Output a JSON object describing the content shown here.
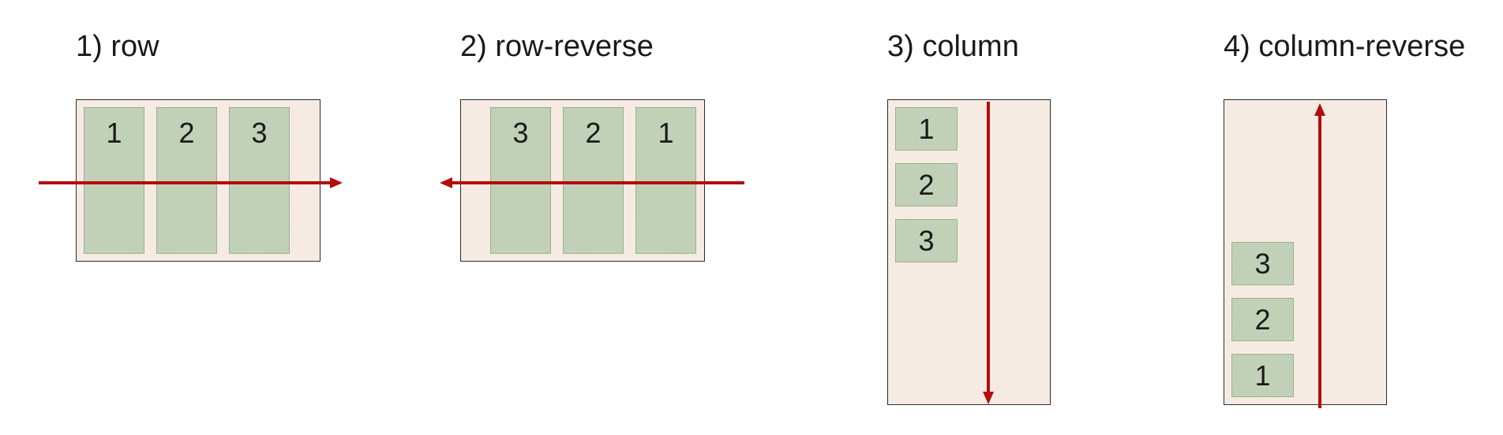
{
  "panels": [
    {
      "title": "1) row",
      "items": [
        "1",
        "2",
        "3"
      ]
    },
    {
      "title": "2) row-reverse",
      "items": [
        "3",
        "2",
        "1"
      ]
    },
    {
      "title": "3) column",
      "items": [
        "1",
        "2",
        "3"
      ]
    },
    {
      "title": "4) column-reverse",
      "items": [
        "3",
        "2",
        "1"
      ]
    }
  ],
  "colors": {
    "container": "#f6ebe3",
    "item": "#c0d1b7",
    "arrow": "#b30d0d"
  }
}
